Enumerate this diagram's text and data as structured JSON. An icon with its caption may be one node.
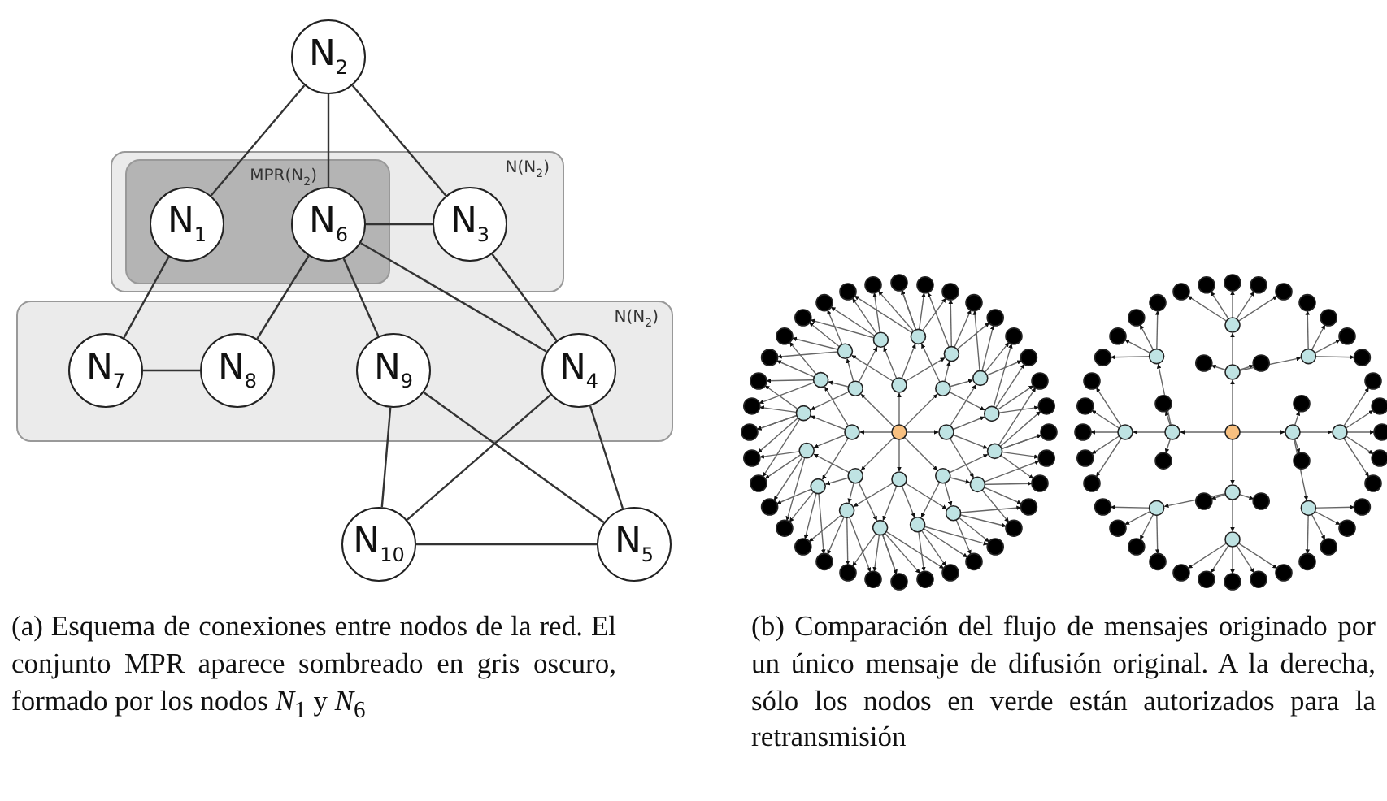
{
  "diagram": {
    "nodes": [
      {
        "text": [
          "N$_{2}$"
        ]
      },
      {
        "text": [
          "N(N$_{2}$)"
        ]
      },
      {
        "text": [
          "MPR(N$_{2}$)"
        ],
        "in": 1
      },
      {
        "text": [
          "N$_{1}$"
        ],
        "in": 2
      },
      {
        "text": [
          "N$_{6}$"
        ],
        "in": 2
      },
      {
        "text": [
          "N$_{3}$"
        ],
        "in": 1
      },
      {
        "text": [
          "N(N$_{2}$)"
        ]
      },
      {
        "text": [
          "N$_{7}$"
        ],
        "in": 6
      },
      {
        "text": [
          "N$_{8}$"
        ],
        "in": 6
      },
      {
        "text": [
          "N$_{9}$"
        ],
        "in": 6
      },
      {
        "text": [
          "N$_{4}$"
        ],
        "in": 6
      },
      {
        "text": [
          "N$_{10}$"
        ]
      },
      {
        "text": [
          "N$_{5}$"
        ]
      }
    ],
    "edges": [
      {
        "from": 0,
        "to": 3,
        "arrow": "none"
      },
      {
        "from": 0,
        "to": 4,
        "arrow": "none"
      },
      {
        "from": 0,
        "to": 5,
        "arrow": "none"
      },
      {
        "from": 4,
        "to": 5,
        "arrow": "none"
      },
      {
        "from": 3,
        "to": 7,
        "arrow": "none"
      },
      {
        "from": 4,
        "to": 8,
        "arrow": "none"
      },
      {
        "from": 4,
        "to": 9,
        "arrow": "none"
      },
      {
        "from": 4,
        "to": 10,
        "arrow": "none"
      },
      {
        "from": 5,
        "to": 10,
        "arrow": "none"
      },
      {
        "from": 7,
        "to": 8,
        "arrow": "none"
      },
      {
        "from": 9,
        "to": 11,
        "arrow": "none"
      },
      {
        "from": 9,
        "to": 12,
        "arrow": "none"
      },
      {
        "from": 10,
        "to": 11,
        "arrow": "none"
      },
      {
        "from": 10,
        "to": 12,
        "arrow": "none"
      },
      {
        "from": 11,
        "to": 12,
        "arrow": "none"
      }
    ],
    "labels": [
      "(a) Esquema de conexiones entre nodos de la red. El conjunto MPR aparece sombreado en gris oscuro, formado por los nodos *N*$_{1}$ y *N*$_{6}$",
      "(b) Comparación del flujo de mensajes originado por un único mensaje de difusión original. A la derecha, sólo los nodos en verde están autorizados para la retransmisión"
    ]
  }
}
